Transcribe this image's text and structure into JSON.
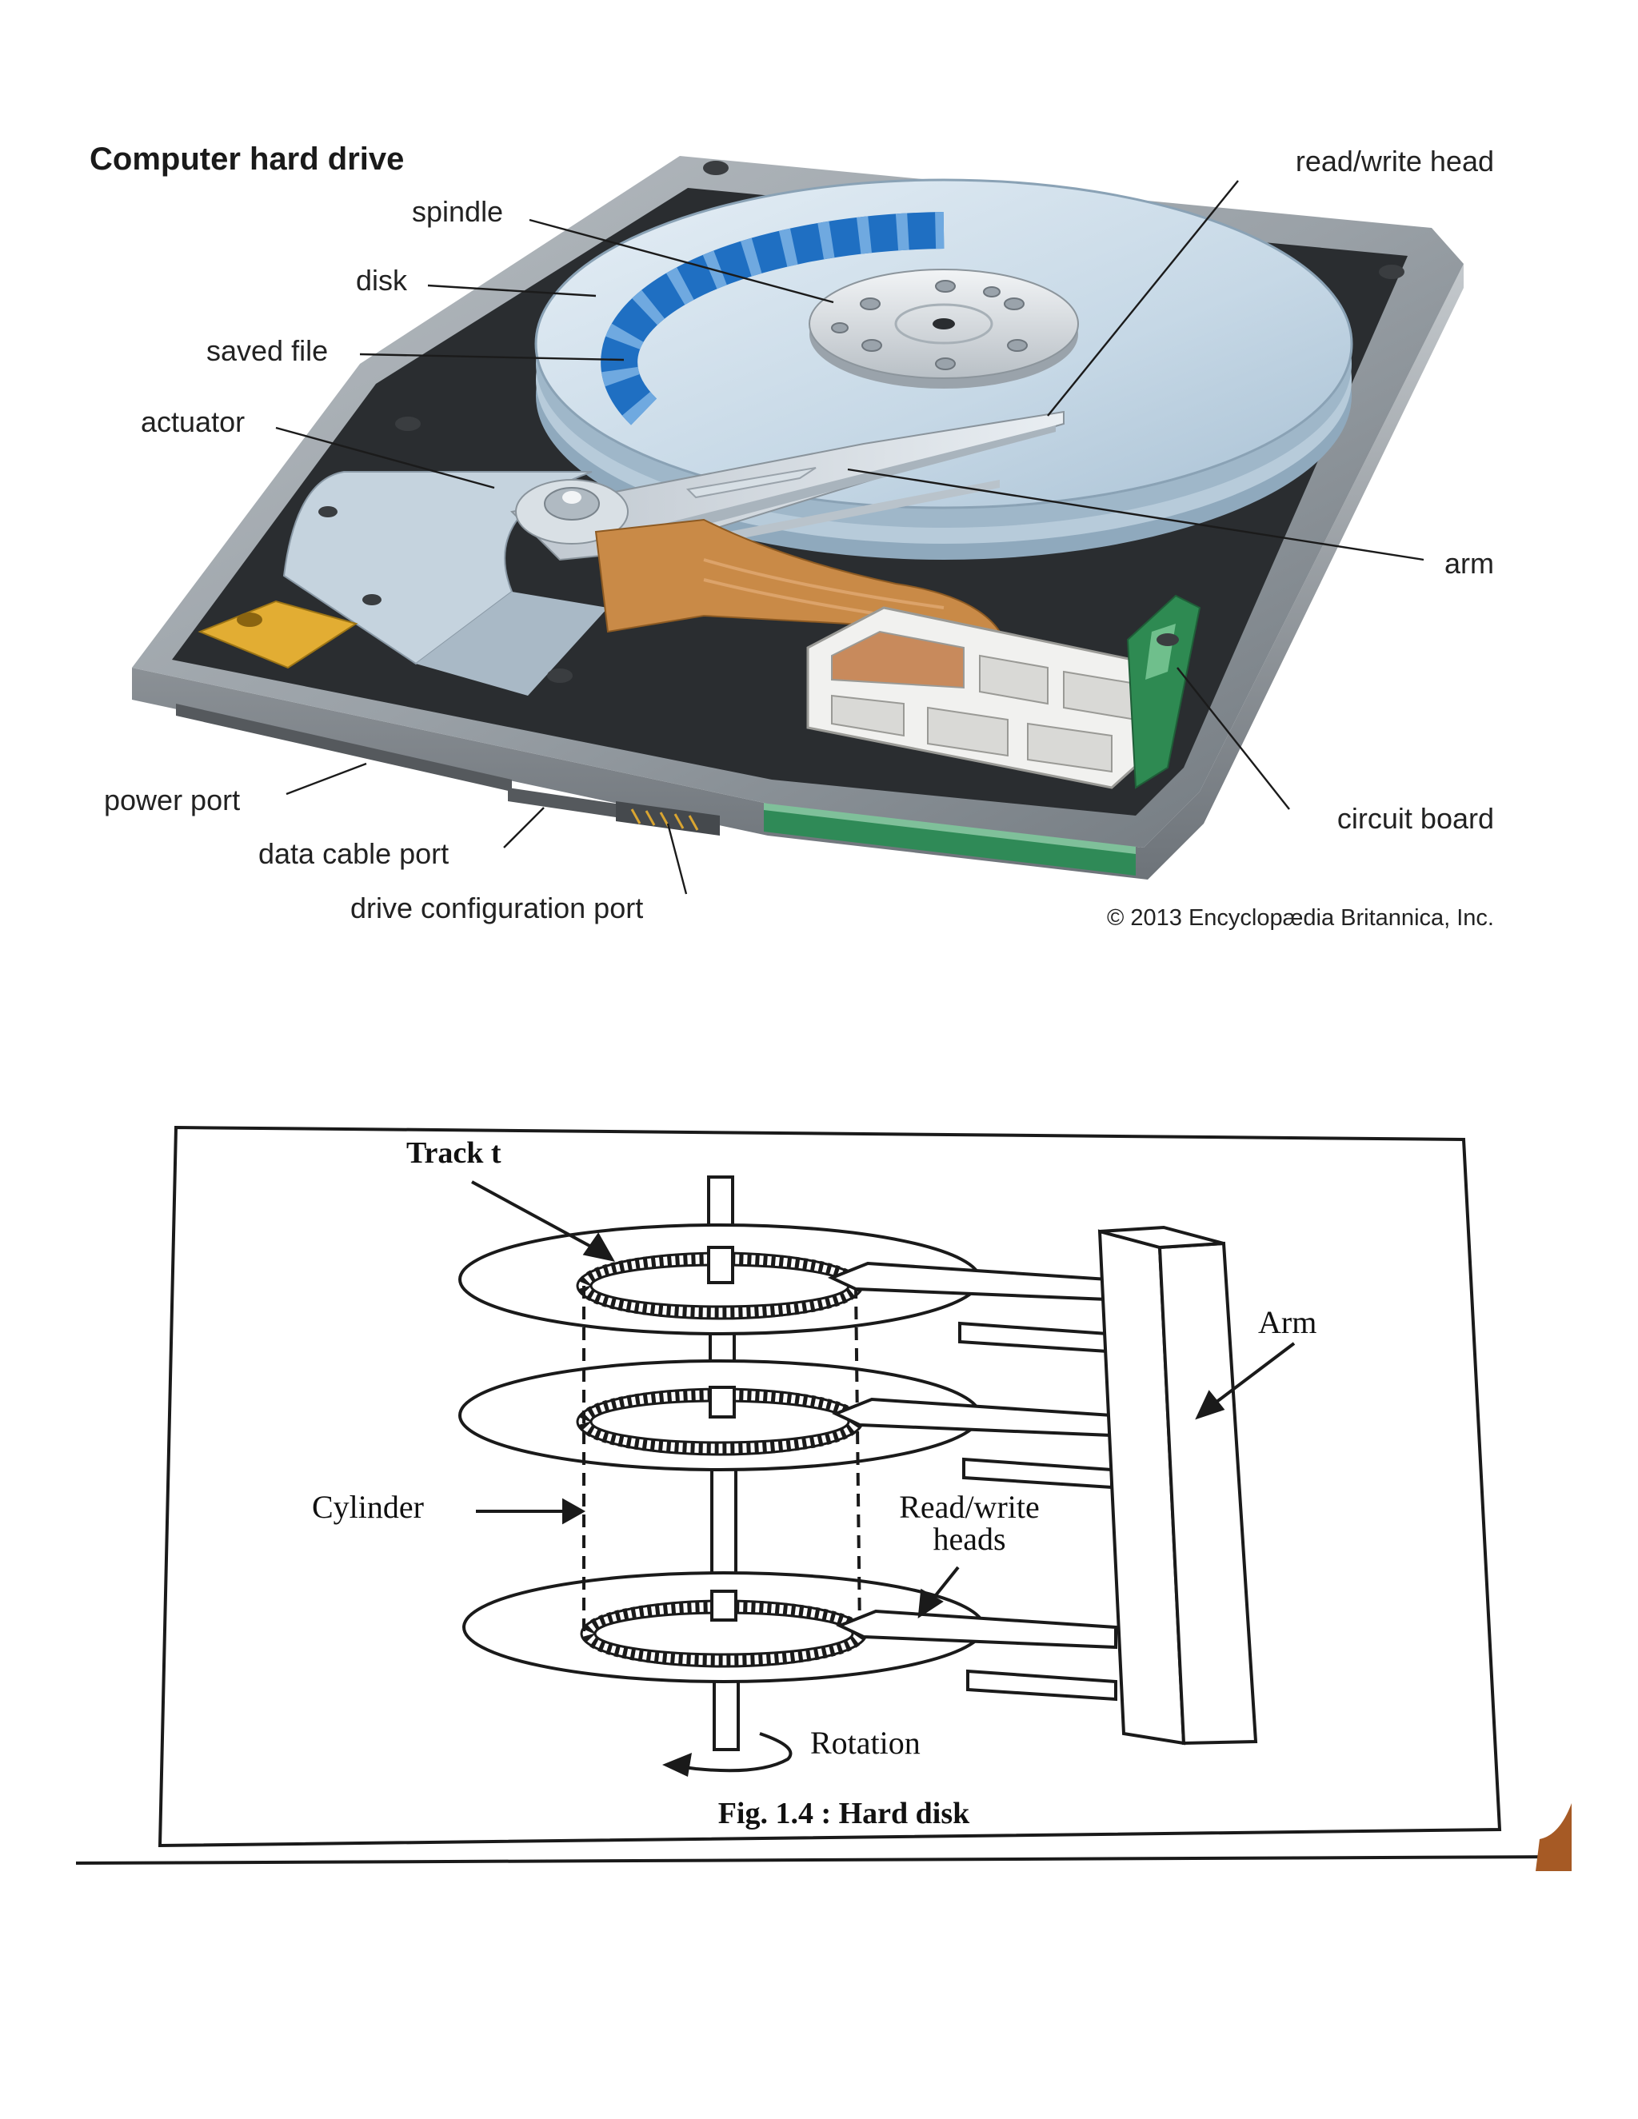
{
  "figure1": {
    "title": "Computer hard drive",
    "labels": {
      "spindle": "spindle",
      "disk": "disk",
      "saved_file": "saved file",
      "actuator": "actuator",
      "read_write_head": "read/write head",
      "arm": "arm",
      "power_port": "power port",
      "data_cable_port": "data cable port",
      "drive_configuration_port": "drive configuration port",
      "circuit_board": "circuit board"
    },
    "copyright": "© 2013 Encyclopædia Britannica, Inc.",
    "colors": {
      "platter": "#c9dbe8",
      "saved_file": "#1f6fc2",
      "casing": "#8a9096",
      "ribbon": "#c98a47",
      "circuit_board": "#2e8a52"
    }
  },
  "figure2": {
    "labels": {
      "track": "Track t",
      "arm": "Arm",
      "cylinder": "Cylinder",
      "read_write_line1": "Read/write",
      "read_write_line2": "heads",
      "rotation": "Rotation"
    },
    "caption": "Fig. 1.4 : Hard disk"
  }
}
